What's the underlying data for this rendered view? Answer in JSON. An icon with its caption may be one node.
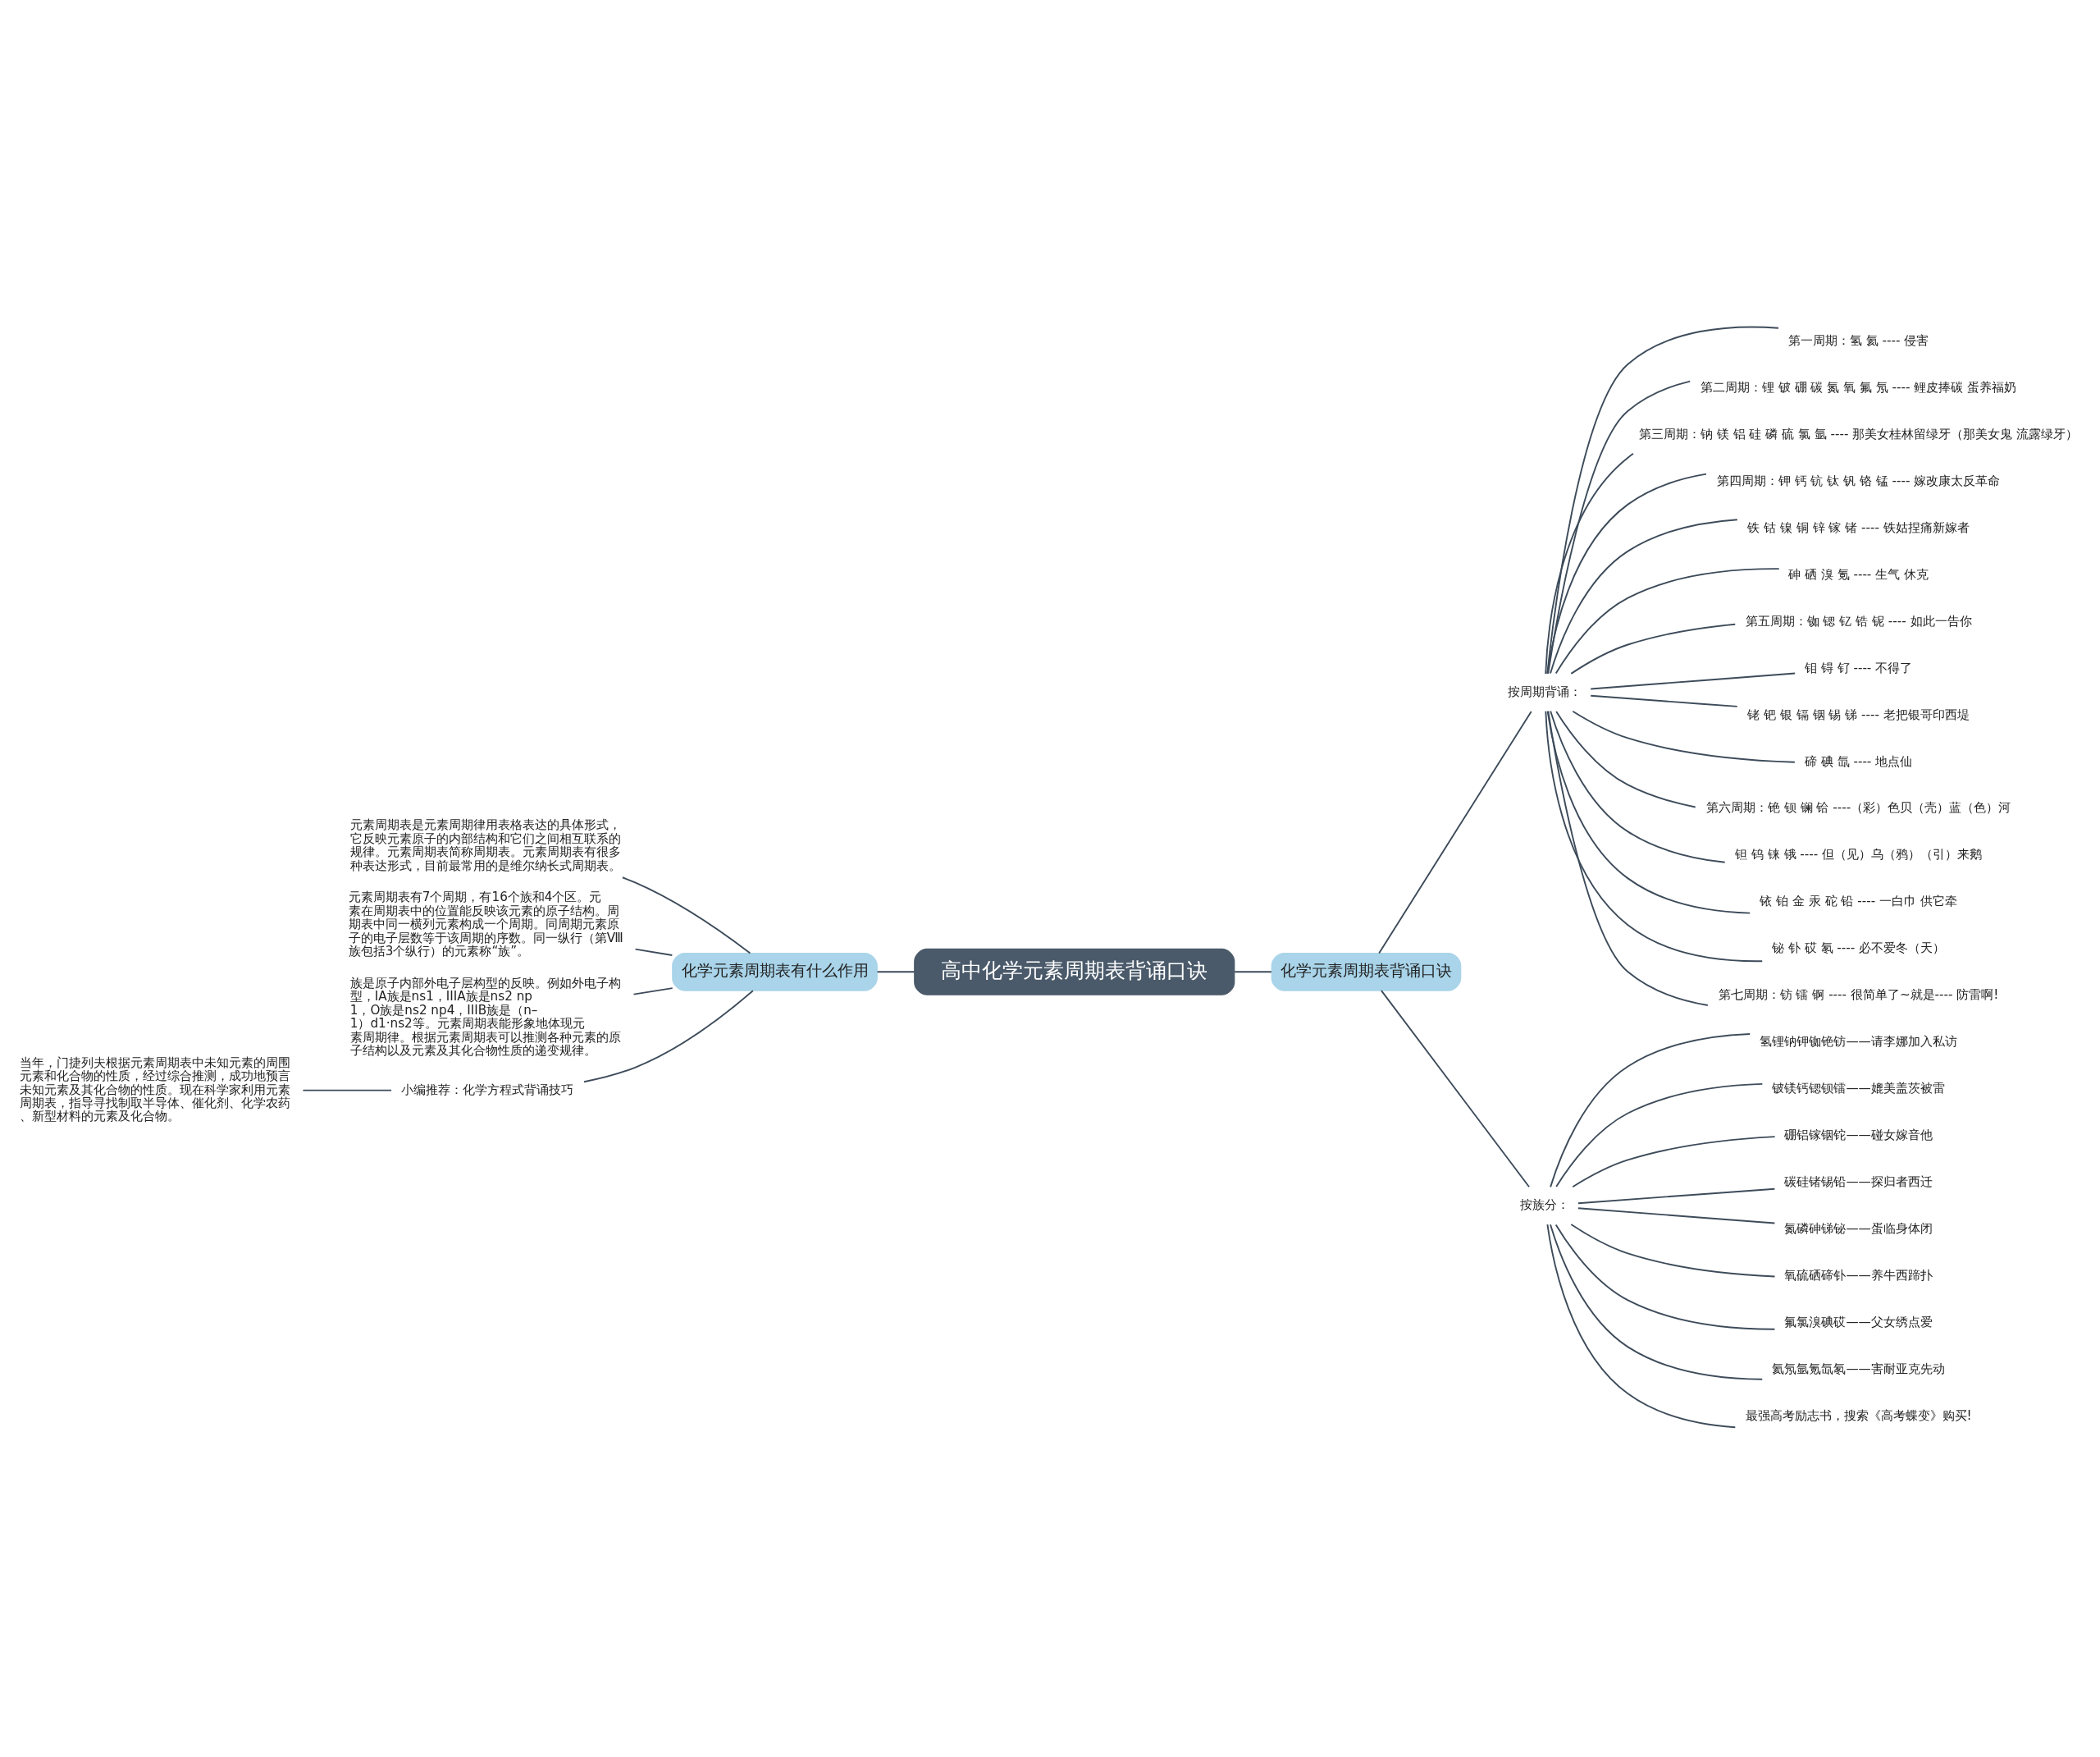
{
  "diagram": {
    "nodes": [
      {
        "text": [
          "高中化学元素周期表背诵口诀"
        ]
      },
      {
        "text": [
          "化学元素周期表有什么作用"
        ]
      },
      {
        "text": [
          "元素周期表是元素周期律用表格表达的具体形式，它反映元素原子的内部结构和它们之间相互联系的规律。元素周期表简称周期表。元素周期表有很多种表达形式，目前最常用的是维尔纳长式周期表。"
        ]
      },
      {
        "text": [
          "元素周期表有7个周期，有16个族和4个区。元素在周期表中的位置能反映该元素的原子结构。周期表中同一横列元素构成一个周期。同周期元素原子的电子层数等于该周期的序数。同一纵行（第Ⅷ族包括3个纵行）的元素称“族”。"
        ]
      },
      {
        "text": [
          "族是原子内部外电子层构型的反映。例如外电子构型，IA族是ns1，IIIA族是ns2 np1，O族是ns2 np4，IIIB族是（n–1）d1·ns2等。元素周期表能形象地体现元素周期律。根据元素周期表可以推测各种元素的原子结构以及元素及其化合物性质的递变规律。"
        ]
      },
      {
        "text": [
          "小编推荐：化学方程式背诵技巧"
        ]
      },
      {
        "text": [
          "当年，门捷列夫根据元素周期表中未知元素的周围元素和化合物的性质，经过综合推测，成功地预言未知元素及其化合物的性质。现在科学家利用元素周期表，指导寻找制取半导体、催化剂、化学农药、新型材料的元素及化合物。"
        ]
      },
      {
        "text": [
          "化学元素周期表背诵口诀"
        ]
      },
      {
        "text": [
          "按周期背诵："
        ]
      },
      {
        "text": [
          "第一周期：氢 氦 ---- 侵害"
        ]
      },
      {
        "text": [
          "第二周期：锂 铍 硼 碳 氮 氧 氟 氖 ---- 鲤皮捧碳 蛋养福奶"
        ]
      },
      {
        "text": [
          "第三周期：钠 镁 铝 硅 磷 硫 氯 氩 ---- 那美女桂林留绿牙（那美女鬼 流露绿牙）"
        ]
      },
      {
        "text": [
          "第四周期：钾 钙 钪 钛 钒 铬 锰 ---- 嫁改康太反革命"
        ]
      },
      {
        "text": [
          "铁 钴 镍 铜 锌 镓 锗 ---- 铁姑捏痛新嫁者"
        ]
      },
      {
        "text": [
          "砷 硒 溴 氪 ---- 生气 休克"
        ]
      },
      {
        "text": [
          "第五周期：铷 锶 钇 锆 铌 ---- 如此一告你"
        ]
      },
      {
        "text": [
          "钼 锝 钌 ---- 不得了"
        ]
      },
      {
        "text": [
          "铑 钯 银 镉 铟 锡 锑 ---- 老把银哥印西堤"
        ]
      },
      {
        "text": [
          "碲 碘 氙 ---- 地点仙"
        ]
      },
      {
        "text": [
          "第六周期：铯 钡 镧 铪 ----（彩）色贝（壳）蓝（色）河"
        ]
      },
      {
        "text": [
          "钽 钨 铼 锇 ---- 但（见）乌（鸦）（引）来鹅"
        ]
      },
      {
        "text": [
          "铱 铂 金 汞 砣 铅 ---- 一白巾 供它牵"
        ]
      },
      {
        "text": [
          "铋 钋 砹 氡 ---- 必不爱冬（天）"
        ]
      },
      {
        "text": [
          "第七周期：钫 镭 锕 ---- 很简单了~就是---- 防雷啊!"
        ]
      },
      {
        "text": [
          "按族分："
        ]
      },
      {
        "text": [
          "氢锂钠钾铷铯钫——请李娜加入私访"
        ]
      },
      {
        "text": [
          "铍镁钙锶钡镭——媲美盖茨被雷"
        ]
      },
      {
        "text": [
          "硼铝镓铟铊——碰女嫁音他"
        ]
      },
      {
        "text": [
          "碳硅锗锡铅——探归者西迁"
        ]
      },
      {
        "text": [
          "氮磷砷锑铋——蛋临身体闭"
        ]
      },
      {
        "text": [
          "氧硫硒碲钋——养牛西蹄扑"
        ]
      },
      {
        "text": [
          "氟氯溴碘砹——父女绣点爱"
        ]
      },
      {
        "text": [
          "氦氖氩氪氙氡——害耐亚克先动"
        ]
      },
      {
        "text": [
          "最强高考励志书，搜索《高考蝶变》购买!"
        ]
      }
    ],
    "edges": [
      {
        "from": 1,
        "to": 0,
        "arrow": "none"
      },
      {
        "from": 2,
        "to": 1,
        "arrow": "none"
      },
      {
        "from": 3,
        "to": 1,
        "arrow": "none"
      },
      {
        "from": 4,
        "to": 1,
        "arrow": "none"
      },
      {
        "from": 5,
        "to": 1,
        "arrow": "none"
      },
      {
        "from": 6,
        "to": 5,
        "arrow": "none"
      },
      {
        "from": 0,
        "to": 7,
        "arrow": "none"
      },
      {
        "from": 7,
        "to": 8,
        "arrow": "none"
      },
      {
        "from": 8,
        "to": 9,
        "arrow": "none"
      },
      {
        "from": 8,
        "to": 10,
        "arrow": "none"
      },
      {
        "from": 8,
        "to": 11,
        "arrow": "none"
      },
      {
        "from": 8,
        "to": 12,
        "arrow": "none"
      },
      {
        "from": 8,
        "to": 13,
        "arrow": "none"
      },
      {
        "from": 8,
        "to": 14,
        "arrow": "none"
      },
      {
        "from": 8,
        "to": 15,
        "arrow": "none"
      },
      {
        "from": 8,
        "to": 16,
        "arrow": "none"
      },
      {
        "from": 8,
        "to": 17,
        "arrow": "none"
      },
      {
        "from": 8,
        "to": 18,
        "arrow": "none"
      },
      {
        "from": 8,
        "to": 19,
        "arrow": "none"
      },
      {
        "from": 8,
        "to": 20,
        "arrow": "none"
      },
      {
        "from": 8,
        "to": 21,
        "arrow": "none"
      },
      {
        "from": 8,
        "to": 22,
        "arrow": "none"
      },
      {
        "from": 8,
        "to": 23,
        "arrow": "none"
      },
      {
        "from": 7,
        "to": 24,
        "arrow": "none"
      },
      {
        "from": 24,
        "to": 25,
        "arrow": "none"
      },
      {
        "from": 24,
        "to": 26,
        "arrow": "none"
      },
      {
        "from": 24,
        "to": 27,
        "arrow": "none"
      },
      {
        "from": 24,
        "to": 28,
        "arrow": "none"
      },
      {
        "from": 24,
        "to": 29,
        "arrow": "none"
      },
      {
        "from": 24,
        "to": 30,
        "arrow": "none"
      },
      {
        "from": 24,
        "to": 31,
        "arrow": "none"
      },
      {
        "from": 24,
        "to": 32,
        "arrow": "none"
      },
      {
        "from": 24,
        "to": 33,
        "arrow": "none"
      }
    ]
  }
}
